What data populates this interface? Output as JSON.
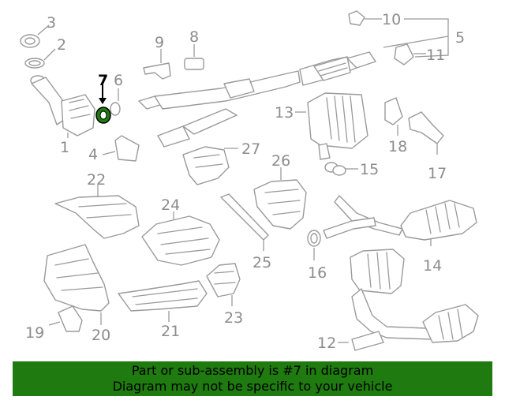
{
  "callouts": {
    "c1": "1",
    "c2": "2",
    "c3": "3",
    "c4": "4",
    "c5": "5",
    "c6": "6",
    "c7": "7",
    "c8": "8",
    "c9": "9",
    "c10": "10",
    "c11": "11",
    "c12": "12",
    "c13": "13",
    "c14": "14",
    "c15": "15",
    "c16": "16",
    "c17": "17",
    "c18": "18",
    "c19": "19",
    "c20": "20",
    "c21": "21",
    "c22": "22",
    "c23": "23",
    "c24": "24",
    "c25": "25",
    "c26": "26",
    "c27": "27"
  },
  "highlight": {
    "part_number": "7",
    "color": "#1f7a0f"
  },
  "banner": {
    "line1": "Part or sub-assembly is #7 in diagram",
    "line2": "Diagram may not be specific to your vehicle"
  }
}
